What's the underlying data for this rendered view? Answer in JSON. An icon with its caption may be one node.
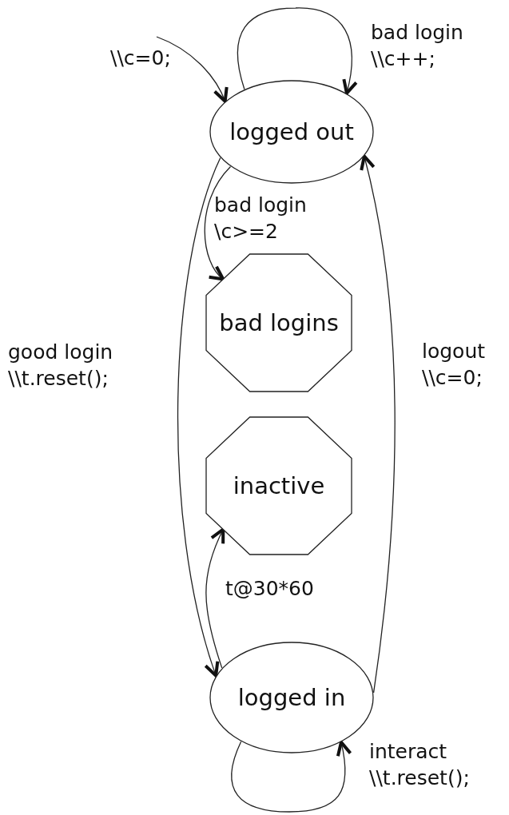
{
  "diagram": {
    "nodes": [
      {
        "text": [
          "logged out"
        ]
      },
      {
        "text": [
          "bad logins"
        ]
      },
      {
        "text": [
          "inactive"
        ]
      },
      {
        "text": [
          "logged in"
        ]
      }
    ],
    "edges": [
      {
        "from": null,
        "to": 0,
        "arrow": "to",
        "label": "\\\\c=0;"
      },
      {
        "from": 0,
        "to": 0,
        "arrow": "to",
        "label": "bad login \\\\c++;"
      },
      {
        "from": 0,
        "to": 1,
        "arrow": "to",
        "label": "bad login \\c>=2"
      },
      {
        "from": 0,
        "to": 3,
        "arrow": "to",
        "label": "good login \\\\t.reset();"
      },
      {
        "from": 3,
        "to": 2,
        "arrow": "to",
        "label": "t@30*60"
      },
      {
        "from": 3,
        "to": 0,
        "arrow": "to",
        "label": "logout \\\\c=0;"
      },
      {
        "from": 3,
        "to": 3,
        "arrow": "to",
        "label": "interact \\\\t.reset();"
      }
    ]
  }
}
